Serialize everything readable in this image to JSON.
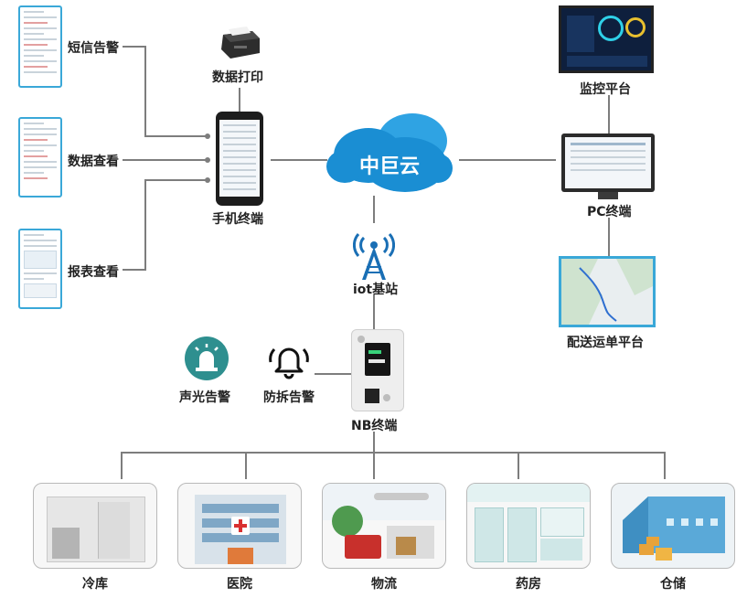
{
  "nodes": {
    "sms_alarm": "短信告警",
    "data_view": "数据查看",
    "report_view": "报表查看",
    "data_print": "数据打印",
    "mobile_terminal": "手机终端",
    "cloud": "中巨云",
    "iot_station": "iot基站",
    "monitor_platform": "监控平台",
    "pc_terminal": "PC终端",
    "delivery_platform": "配送运单平台",
    "sound_light_alarm": "声光告警",
    "tamper_alarm": "防拆告警",
    "nb_terminal": "NB终端"
  },
  "applications": [
    {
      "label": "冷库"
    },
    {
      "label": "医院"
    },
    {
      "label": "物流"
    },
    {
      "label": "药房"
    },
    {
      "label": "仓储"
    }
  ],
  "colors": {
    "cloud": "#1a8ed3",
    "connector": "#7d7d7d",
    "screen_frame": "#3aa8d8",
    "tile_border": "#b9b9b9"
  }
}
